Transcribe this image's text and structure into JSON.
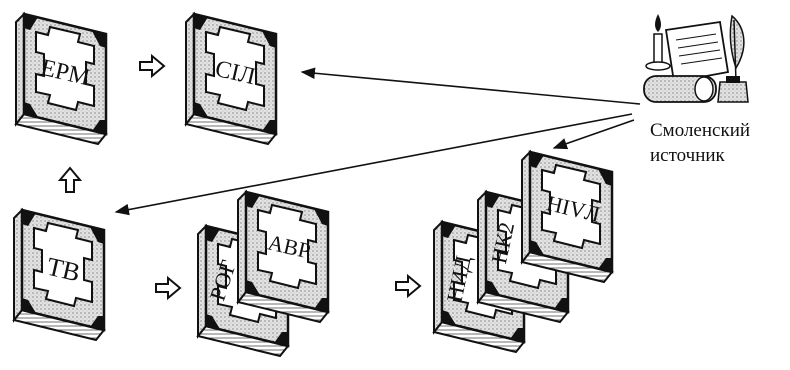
{
  "books": {
    "erm": "ЕРМ",
    "sil": "СІЛ",
    "tv": "ТВ",
    "rog": "РОГ",
    "avr": "АВР",
    "nid": "НИД",
    "nk2": "НК2",
    "niv": "НІVЛ"
  },
  "source": {
    "line1": "Смоленский",
    "line2": "источник",
    "icon": "scribe-desk-icon"
  },
  "colors": {
    "ink": "#111111",
    "paper": "#ffffff",
    "book_shade": "#d9d9d9"
  }
}
